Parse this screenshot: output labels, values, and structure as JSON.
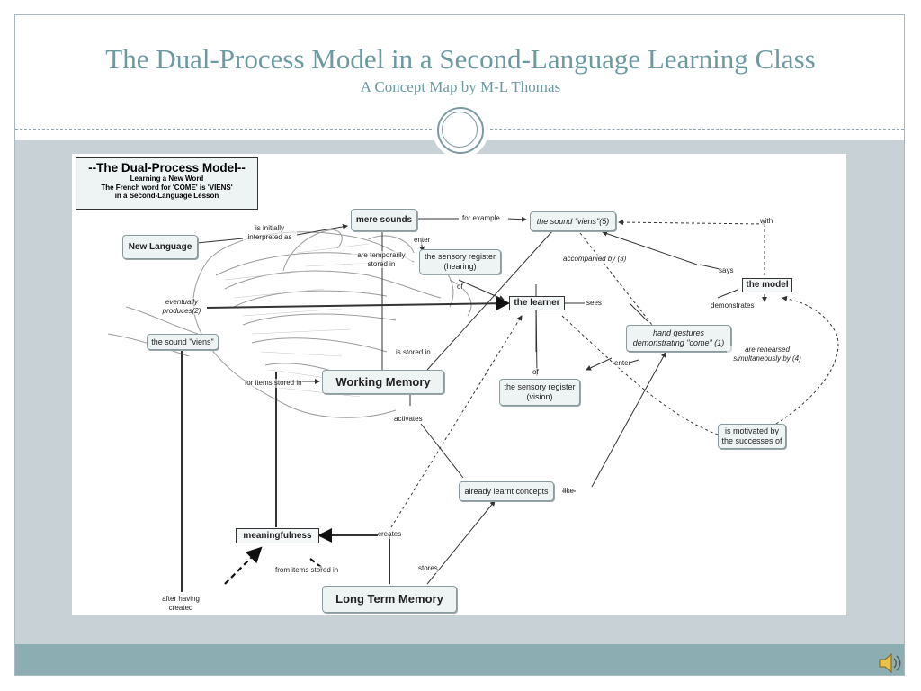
{
  "slide": {
    "title": "The Dual-Process Model in a Second-Language Learning Class",
    "subtitle": "A Concept Map by M-L Thomas"
  },
  "header_box": {
    "heading": "--The Dual-Process Model--",
    "line1": "Learning a New Word",
    "line2": "The French word for 'COME' is 'VIENS'",
    "line3": "in a Second-Language Lesson"
  },
  "nodes": {
    "new_language": "New Language",
    "mere_sounds": "mere sounds",
    "sound_viens_5": "the sound \"viens\"(5)",
    "sensory_hearing": "the sensory register (hearing)",
    "the_learner": "the learner",
    "the_model": "the model",
    "sound_viens": "the sound \"viens\"",
    "hand_gestures": "hand gestures demonstrating \"come\"  (1)",
    "working_memory": "Working Memory",
    "sensory_vision": "the sensory register (vision)",
    "is_motivated": "is motivated by the successes of",
    "already_learnt": "already learnt concepts",
    "meaningfulness": "meaningfulness",
    "long_term_memory": "Long Term Memory"
  },
  "links": {
    "is_initially": "is initially interpreted as",
    "for_example": "for example",
    "with": "with",
    "enter_hearing": "enter",
    "temporarily": "are temporarily stored in",
    "accompanied": "accompanied by (3)",
    "says": "says",
    "of_hearing": "of",
    "sees": "sees",
    "demonstrates": "demonstrates",
    "eventually": "eventually produces(2)",
    "rehearsed": "are rehearsed simultaneously by (4)",
    "is_stored_in": "is stored in",
    "enter_vision": "enter",
    "of_vision": "of",
    "for_items": "for items stored in",
    "activates": "activates",
    "like": "like",
    "creates": "creates",
    "from_items": "from items stored in",
    "stores": "stores",
    "after_having": "after having created"
  },
  "icons": {
    "speaker": "speaker-icon"
  },
  "colors": {
    "accent": "#6b9aa1",
    "band": "#c7d1d6",
    "footer": "#8caeb2"
  }
}
